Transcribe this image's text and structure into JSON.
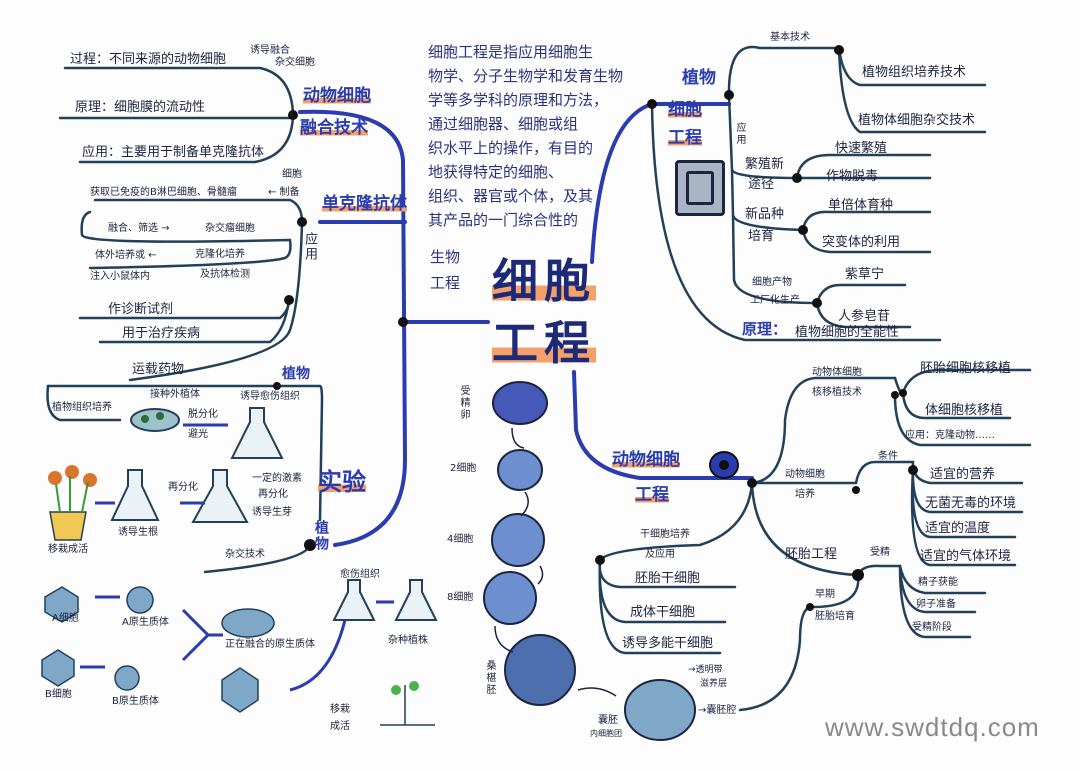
{
  "title": {
    "line1": "细胞",
    "line2": "工程"
  },
  "definition": {
    "lines": [
      "细胞工程是指应用细胞生",
      "物学、分子生物学和发育生物",
      "学等多学科的原理和方法，",
      "通过细胞器、细胞或组",
      "织水平上的操作，有目的",
      "地获得特定的细胞、",
      "组织、器官或个体，及其",
      "其产品的一门综合性的"
    ],
    "tail1": "生物",
    "tail2": "工程"
  },
  "animal_fusion": {
    "label1": "动物细胞",
    "label2": "融合技术",
    "process": "过程：不同来源的动物细胞",
    "induce": "诱导融合",
    "result": "杂交细胞",
    "principle": "原理：细胞膜的流动性",
    "application": "应用：主要用于制备单克隆抗体"
  },
  "monoclonal": {
    "label": "单克隆抗体",
    "step1": "获取已免疫的B淋巴细胞、骨髓瘤",
    "prepare": "← 制备",
    "cell": "细胞",
    "step2": "融合、筛选 →",
    "hybridoma": "杂交瘤细胞",
    "clone": "克隆化培养",
    "detect": "及抗体检测",
    "culture": "体外培养或 ←",
    "inject": "注入小鼠体内",
    "app_label": "应用",
    "apps": [
      "作诊断试剂",
      "用于治疗疾病",
      "运载药物"
    ]
  },
  "experiment": {
    "label": "实验",
    "plant_top": "植物",
    "plant_bottom": "植物",
    "tissue_culture": "植物组织培养",
    "explant": "接种外植体",
    "dediff": "脱分化",
    "dark": "避光",
    "callus_induce": "诱导愈伤组织",
    "hormone": "一定的激素",
    "rediff1": "再分化",
    "bud": "诱导生芽",
    "rediff2": "再分化",
    "root": "诱导生根",
    "transplant": "移栽成活",
    "hybrid_tech": "杂交技术",
    "a_cell": "A细胞",
    "a_proto": "A原生质体",
    "b_cell": "B细胞",
    "b_proto": "B原生质体",
    "fusing": "正在融合的原生质体",
    "callus": "愈伤组织",
    "hybrid_plant": "杂种植株",
    "transplant2a": "移栽",
    "transplant2b": "成活"
  },
  "embryo": {
    "zygote": "受精卵",
    "c2": "2细胞",
    "c4": "4细胞",
    "c8": "8细胞",
    "morula": "桑椹胚",
    "blastocyst_icm": "囊胚",
    "icm": "内细胞团",
    "zona": "→透明带",
    "troph": "滋养层",
    "cavity": "→囊胚腔"
  },
  "plant_eng": {
    "label1": "植物",
    "label2": "细胞",
    "label3": "工程",
    "basic": "基本技术",
    "basic_items": [
      "植物组织培养技术",
      "植物体细胞杂交技术"
    ],
    "app_label": "应用",
    "prop": "繁殖新",
    "prop2": "途径",
    "prop_items": [
      "快速繁殖",
      "作物脱毒"
    ],
    "breed": "新品种",
    "breed2": "培育",
    "breed_items": [
      "单倍体育种",
      "突变体的利用"
    ],
    "product": "细胞产物",
    "product2": "工厂化生产",
    "product_items": [
      "紫草宁",
      "人参皂苷"
    ],
    "principle_label": "原理：",
    "principle": "植物细胞的全能性"
  },
  "animal_eng": {
    "label1": "动物细胞",
    "label2": "工程",
    "nuclear": "动物体细胞",
    "nuclear2": "核移植技术",
    "nuclear_items": [
      "胚胎细胞核移植",
      "体细胞核移植",
      "应用：克隆动物……"
    ],
    "culture": "动物细胞",
    "culture2": "培养",
    "cond": "条件",
    "cond_items": [
      "适宜的营养",
      "无菌无毒的环境",
      "适宜的温度",
      "适宜的气体环境"
    ],
    "embryo_eng": "胚胎工程",
    "fert": "受精",
    "fert_items": [
      "精子获能",
      "卵子准备",
      "受精阶段"
    ],
    "early": "早期",
    "early2": "胚胎培育",
    "stem": "干细胞培养",
    "stem2": "及应用",
    "stem_items": [
      "胚胎干细胞",
      "成体干细胞",
      "诱导多能干细胞"
    ]
  },
  "watermark": "www.swdtdq.com",
  "colors": {
    "ink": "#1c2440",
    "branch": "#22405a",
    "trunk": "#2b3cae",
    "highlight": "#f4a06a",
    "cell": "#3b5fb0"
  }
}
